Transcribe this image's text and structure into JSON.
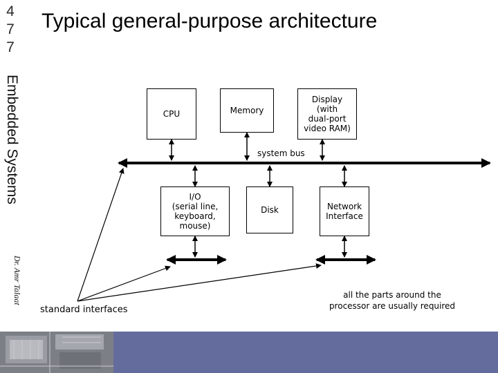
{
  "slide": {
    "number": "4\n7\n7",
    "title": "Typical general-purpose architecture",
    "side_title": "Embedded Systems",
    "author": "Dr. Amr Talaat"
  },
  "diagram": {
    "cpu": "CPU",
    "memory": "Memory",
    "display": "Display\n(with\ndual-port\nvideo RAM)",
    "bus_label": "system bus",
    "io": "I/O\n(serial line,\nkeyboard,\nmouse)",
    "disk": "Disk",
    "network": "Network\nInterface",
    "standard_interfaces": "standard interfaces",
    "note": "all the parts around the\nprocessor are usually required"
  },
  "colors": {
    "footer_bar": "#646c9d",
    "footer_image": "#7d7f86"
  }
}
